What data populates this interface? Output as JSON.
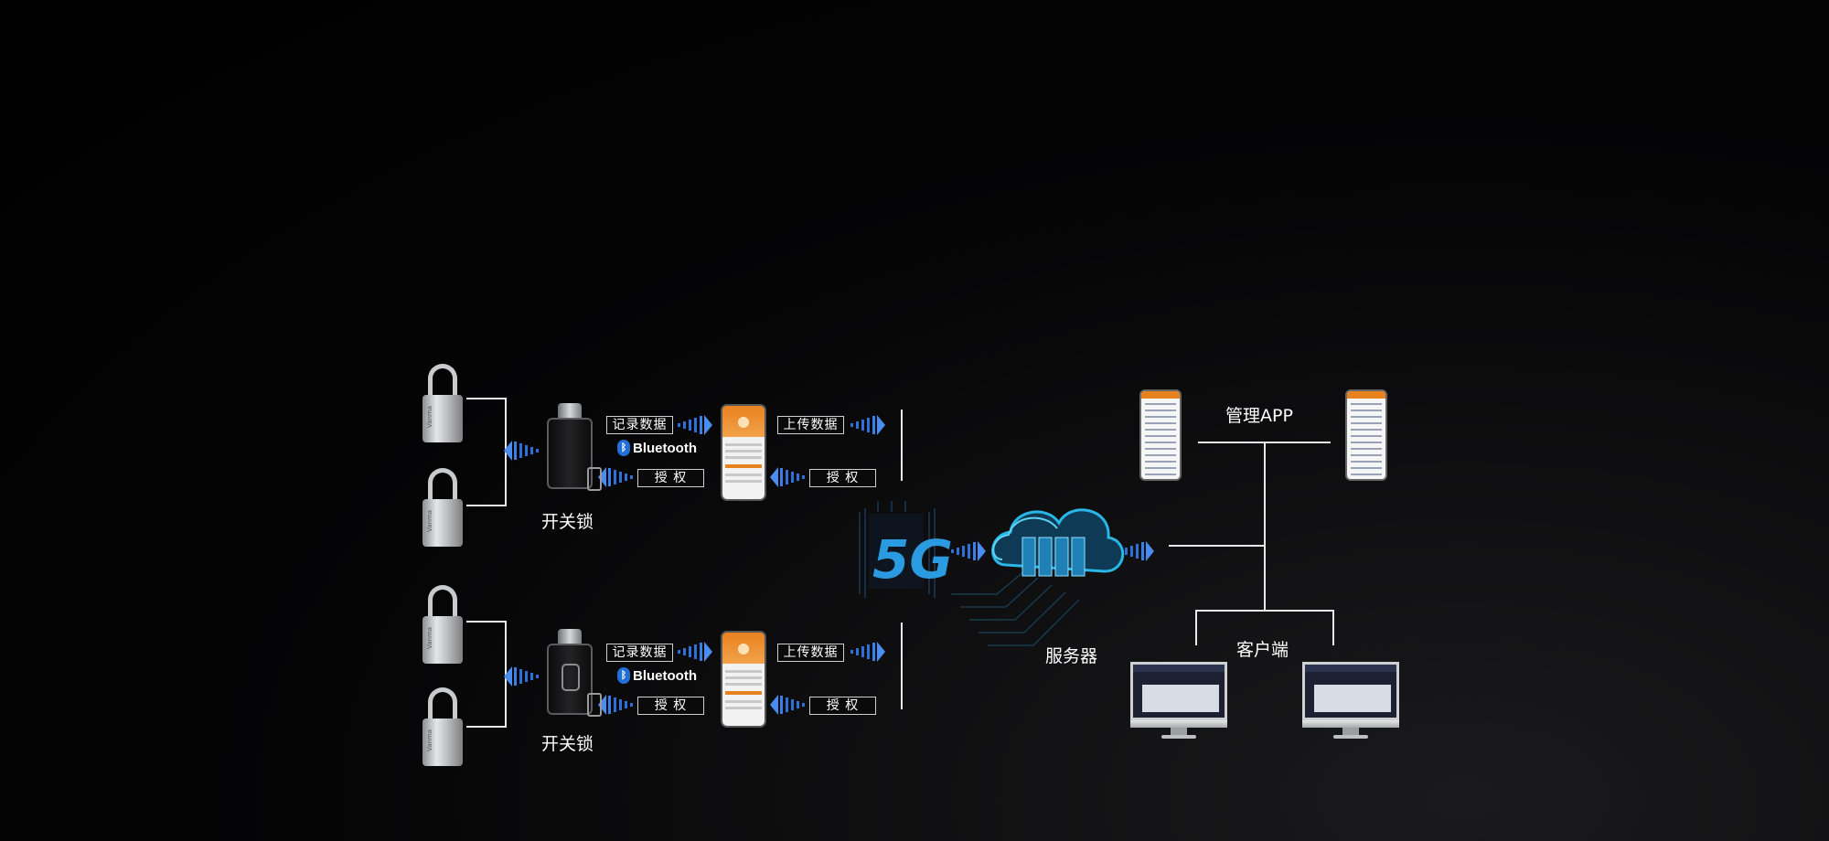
{
  "colors": {
    "background": "#000000",
    "arrow": "#2f6fd8",
    "line": "#e8e8e8",
    "phone_accent": "#e8821f",
    "cloud": "#28b7e6"
  },
  "top_group": {
    "record_label": "记录数据",
    "bluetooth": "Bluetooth",
    "auth_label_1": "授 权",
    "upload_label": "上传数据",
    "auth_label_2": "授 权",
    "device_caption": "开关锁"
  },
  "bottom_group": {
    "record_label": "记录数据",
    "bluetooth": "Bluetooth",
    "auth_label_1": "授 权",
    "upload_label": "上传数据",
    "auth_label_2": "授 权",
    "device_caption": "开关锁"
  },
  "network": {
    "label": "5G",
    "icon": "5g-chip-icon"
  },
  "server": {
    "caption": "服务器",
    "icon": "cloud-server-icon"
  },
  "management_app": {
    "caption": "管理APP"
  },
  "client": {
    "caption": "客户端"
  },
  "padlock_brand": "Vanma"
}
